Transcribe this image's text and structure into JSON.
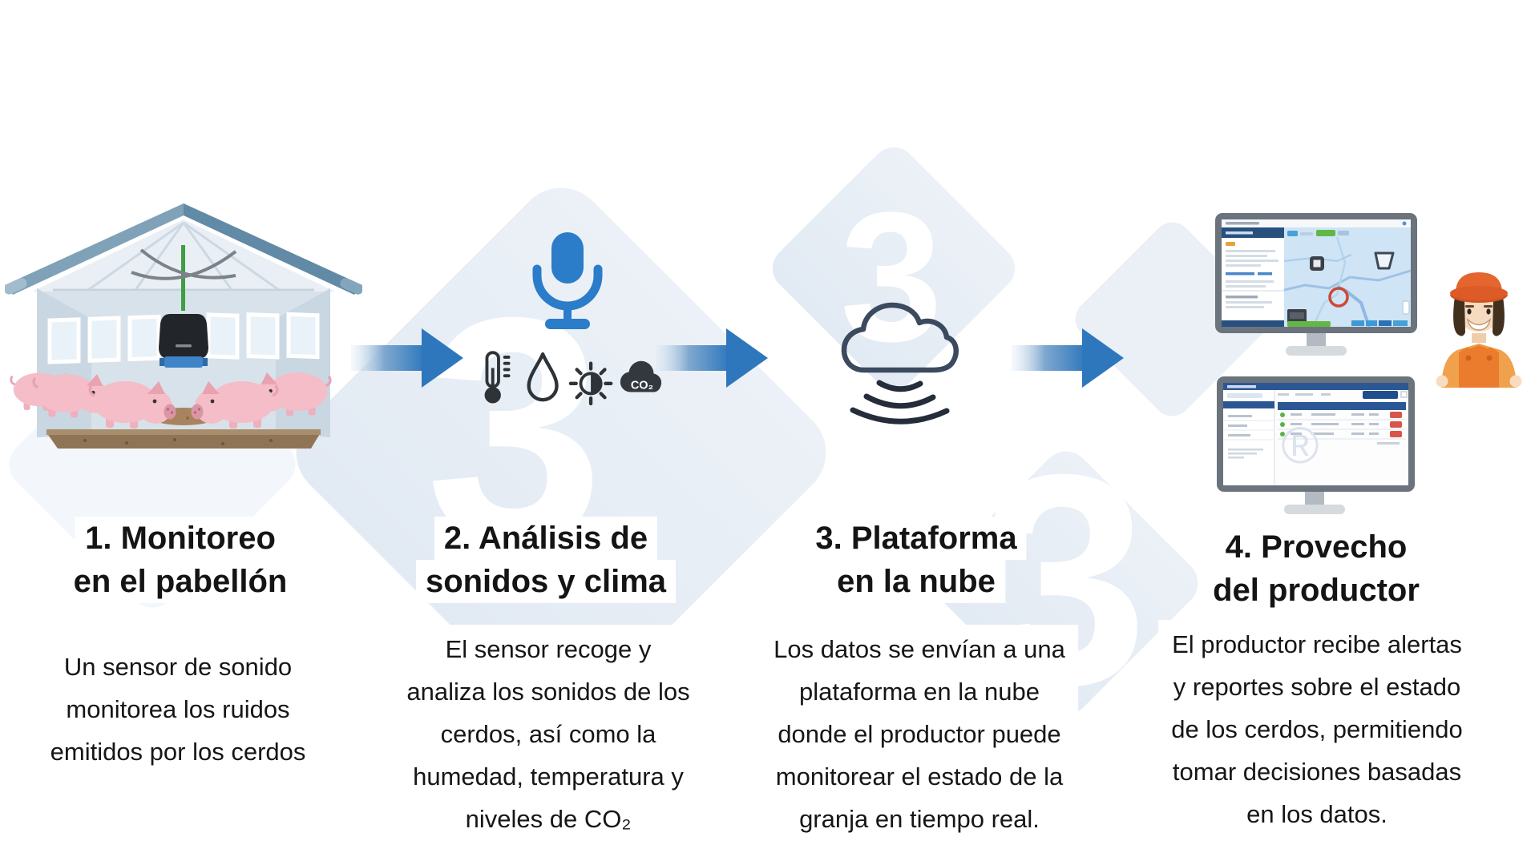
{
  "figure": {
    "type": "process-infographic",
    "language": "es",
    "topic": "Monitoreo por sonido de cerdos: flujo en 4 pasos"
  },
  "watermark": {
    "digit": "3",
    "registered_mark": "®"
  },
  "steps": [
    {
      "title_line1": "1. Monitoreo",
      "title_line2": "en el pabellón",
      "body_lines": [
        "Un sensor de sonido",
        "monitorea los ruidos",
        "emitidos por los cerdos"
      ],
      "icon": "pig-barn-with-sound-sensor"
    },
    {
      "title_line1": "2. Análisis de",
      "title_line2": "sonidos y clima",
      "body_lines": [
        "El sensor recoge y",
        "analiza los sonidos de los",
        "cerdos, así como la",
        "humedad, temperatura y",
        "niveles de CO₂"
      ],
      "icon": "microphone-with-climate-sensors",
      "co2_label": "CO₂"
    },
    {
      "title_line1": "3. Plataforma",
      "title_line2": "en la nube",
      "body_lines": [
        "Los datos se envían a una",
        "plataforma en la nube",
        "donde el productor puede",
        "monitorear el estado de la",
        "granja en tiempo real."
      ],
      "icon": "cloud-with-signal-waves"
    },
    {
      "title_line1": "4. Provecho",
      "title_line2": "del productor",
      "body_lines": [
        "El productor recibe alertas",
        "y reportes sobre el estado",
        "de los cerdos, permitiendo",
        "tomar decisiones basadas",
        "en los datos."
      ],
      "icon": "dashboard-monitors-and-farmer"
    }
  ],
  "colors": {
    "accent_blue": "#2e77bc",
    "mic_blue": "#2b7cc9",
    "icon_dark": "#2e3338",
    "cloud_outline": "#3b4a5e",
    "watermark_diamond": "#e6edf4",
    "watermark_digit": "#ffffff",
    "text": "#141414"
  }
}
